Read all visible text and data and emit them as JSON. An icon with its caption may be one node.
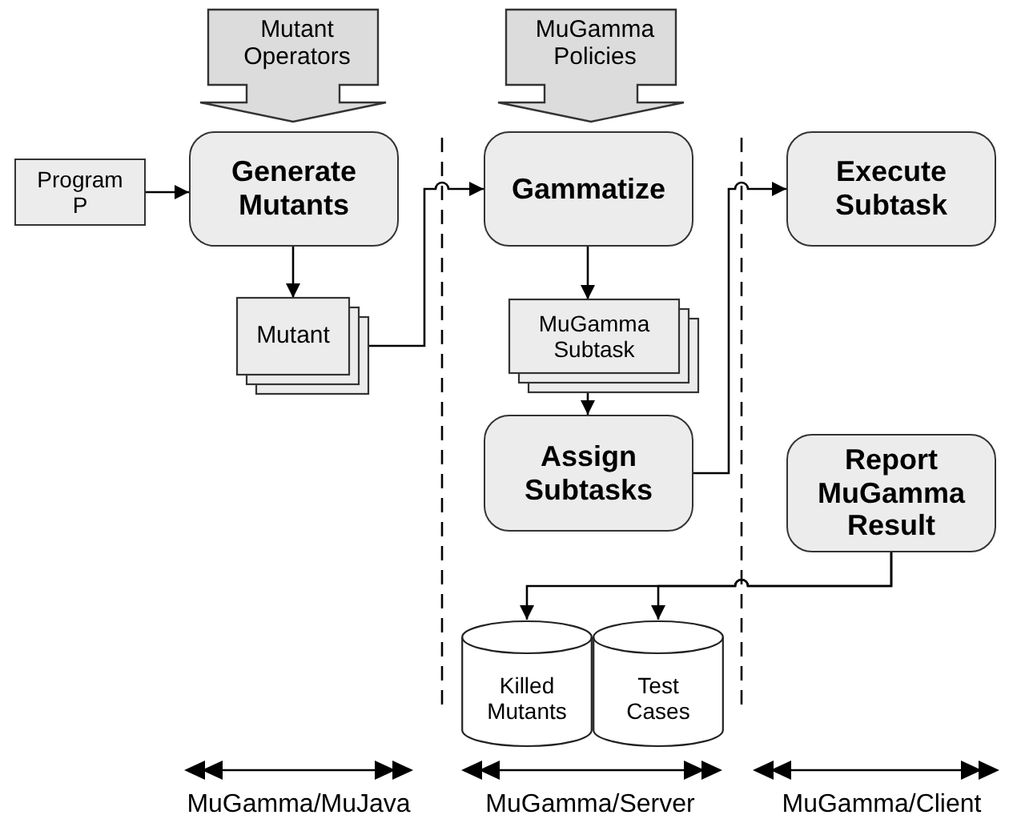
{
  "diagram": {
    "nodes": [
      {
        "text": [
          "Mutant Operators"
        ]
      },
      {
        "text": [
          "Program P"
        ]
      },
      {
        "text": [
          "Generate Mutants"
        ]
      },
      {
        "text": [
          "Mutant"
        ]
      },
      {
        "text": [
          "MuGamma Policies"
        ]
      },
      {
        "text": [
          "Gammatize"
        ]
      },
      {
        "text": [
          "MuGamma Subtask"
        ]
      },
      {
        "text": [
          "Assign Subtasks"
        ]
      },
      {
        "text": [
          "Execute Subtask"
        ]
      },
      {
        "text": [
          "Report MuGamma Result"
        ]
      },
      {
        "text": [
          "Killed Mutants"
        ]
      },
      {
        "text": [
          "Test Cases"
        ]
      }
    ],
    "edges": [
      {
        "from": 1,
        "to": 2,
        "arrow": "to"
      },
      {
        "from": 2,
        "to": 3,
        "arrow": "to"
      },
      {
        "from": 3,
        "to": 5,
        "arrow": "to"
      },
      {
        "from": 5,
        "to": 6,
        "arrow": "to"
      },
      {
        "from": 6,
        "to": 7,
        "arrow": "to"
      },
      {
        "from": 7,
        "to": 8,
        "arrow": "to"
      },
      {
        "from": 9,
        "to": 10,
        "arrow": "to"
      },
      {
        "from": 9,
        "to": 11,
        "arrow": "to"
      }
    ],
    "labels": [
      "MuGamma/MuJava",
      "MuGamma/Server",
      "MuGamma/Client"
    ]
  }
}
